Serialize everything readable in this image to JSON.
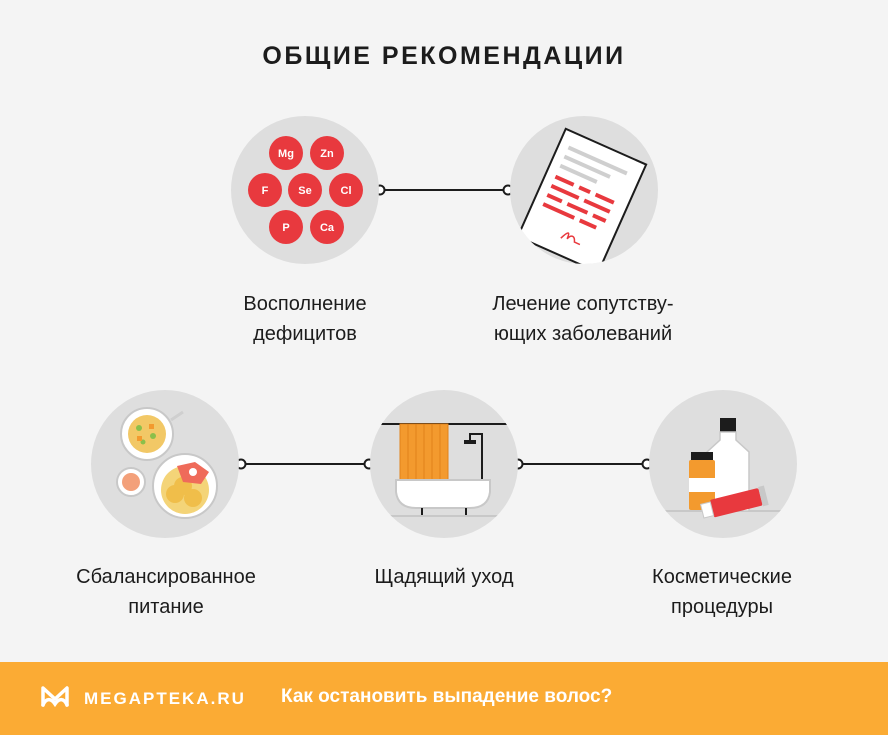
{
  "title": "ОБЩИЕ РЕКОМЕНДАЦИИ",
  "items": [
    {
      "label_line1": "Восполнение",
      "label_line2": "дефицитов",
      "icon": "mineral-pills-icon",
      "minerals": [
        "Mg",
        "Zn",
        "F",
        "Se",
        "Cl",
        "P",
        "Ca"
      ]
    },
    {
      "label_line1": "Лечение сопутству-",
      "label_line2": "ющих заболеваний",
      "icon": "medical-document-icon"
    },
    {
      "label_line1": "Сбалансированное",
      "label_line2": "питание",
      "icon": "food-plates-icon"
    },
    {
      "label_line1": "Щадящий уход",
      "label_line2": "",
      "icon": "bathtub-icon"
    },
    {
      "label_line1": "Косметические",
      "label_line2": "процедуры",
      "icon": "cosmetics-bottles-icon"
    }
  ],
  "footer": {
    "brand": "MEGAPTEKA.RU",
    "tagline": "Как остановить выпадение волос?"
  },
  "colors": {
    "accent_red": "#e8393e",
    "footer_orange": "#fbab34",
    "circle_gray": "#dedede"
  }
}
